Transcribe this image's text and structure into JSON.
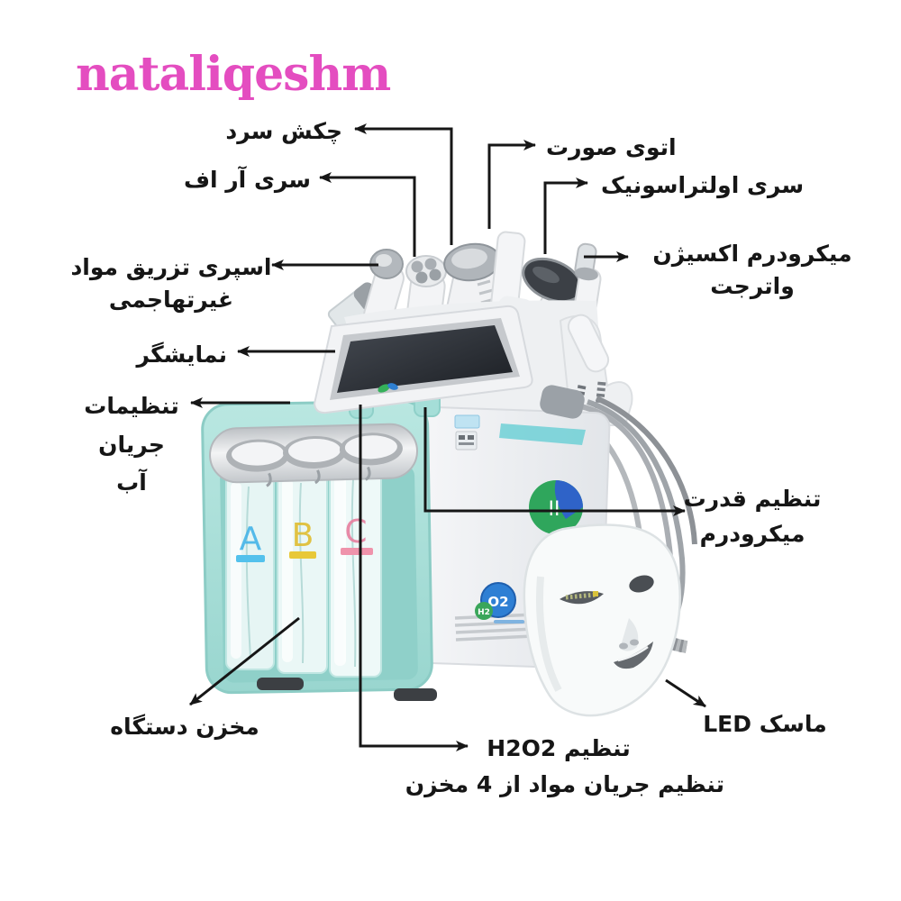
{
  "brand": {
    "logo_text": "nataliqeshm",
    "logo_color": "#e44dc0"
  },
  "labels": {
    "cold_hammer": "چکش سرد",
    "rf_head": "سری آر اف",
    "face_iron": "اتوی صورت",
    "ultrasonic": "سری اولتراسونیک",
    "microderm_oxygen": {
      "line1": "میکرودرم اکسیژن",
      "line2": "واترجت"
    },
    "spray": {
      "line1": "اسپری تزریق مواد",
      "line2": "غیرتهاجمی"
    },
    "display": "نمایشگر",
    "water_flow": {
      "line1": "تنظیمات",
      "line2": "جریان",
      "line3": "آب"
    },
    "microderm_power": {
      "line1": "تنظیم قدرت",
      "line2": "میکرودرم"
    },
    "device_tank": "مخزن دستگاه",
    "led_mask": "ماسک LED",
    "h2o2": "تنظیم H2O2",
    "flow_from_tanks": "تنظیم جریان مواد از 4 مخزن"
  },
  "machine": {
    "tanks": {
      "a": "A",
      "b": "B",
      "c": "C"
    },
    "side_logo": "II",
    "h2o2_badge": {
      "o2": "O2",
      "h2": "H2"
    },
    "colors": {
      "body_teal": "#abdfd9",
      "teal_edge": "#8cccc5",
      "body_white": "#f0f2f4",
      "screen_dark": "#23262c",
      "chrome": "#cdd1d5",
      "tank_letter_a": "#45b4e8",
      "tank_letter_b": "#e0bd30",
      "tank_letter_c": "#e87f9f",
      "side_logo_green": "#2fa65c",
      "side_logo_blue": "#2f63c8",
      "h2o2_blue": "#2e7fd4",
      "h2o2_green": "#3aa65a",
      "annotation_line": "#161616"
    }
  }
}
